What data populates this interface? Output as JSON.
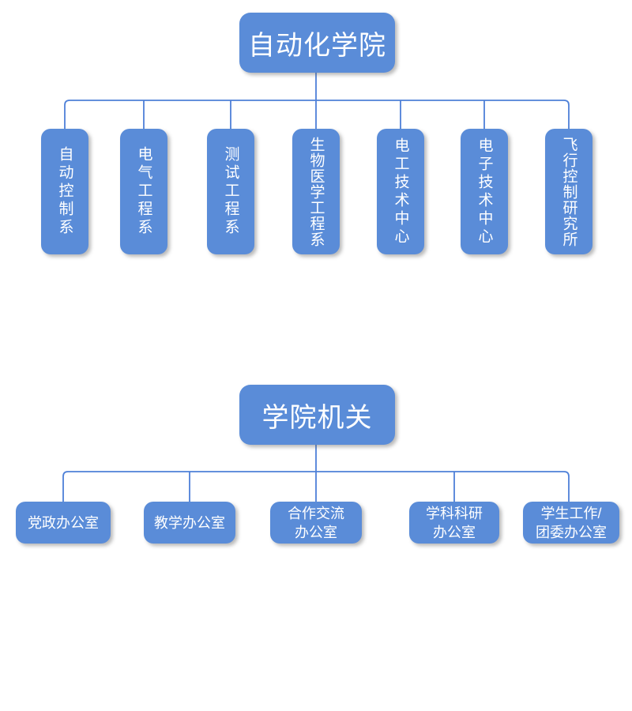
{
  "colors": {
    "box_fill": "#5a8cd8",
    "line": "#4e80d8",
    "text": "#ffffff",
    "background": "#ffffff"
  },
  "org_chart": {
    "top_group": {
      "root": {
        "label": "自动化学院"
      },
      "children": [
        {
          "label": "自动控制系"
        },
        {
          "label": "电气工程系"
        },
        {
          "label": "测试工程系"
        },
        {
          "label": "生物医学工程系"
        },
        {
          "label": "电工技术中心"
        },
        {
          "label": "电子技术中心"
        },
        {
          "label": "飞行控制研究所"
        }
      ]
    },
    "bottom_group": {
      "root": {
        "label": "学院机关"
      },
      "children": [
        {
          "label": "党政办公室"
        },
        {
          "label": "教学办公室"
        },
        {
          "label": "合作交流\n办公室"
        },
        {
          "label": "学科科研\n办公室"
        },
        {
          "label": "学生工作/\n团委办公室"
        }
      ]
    }
  }
}
